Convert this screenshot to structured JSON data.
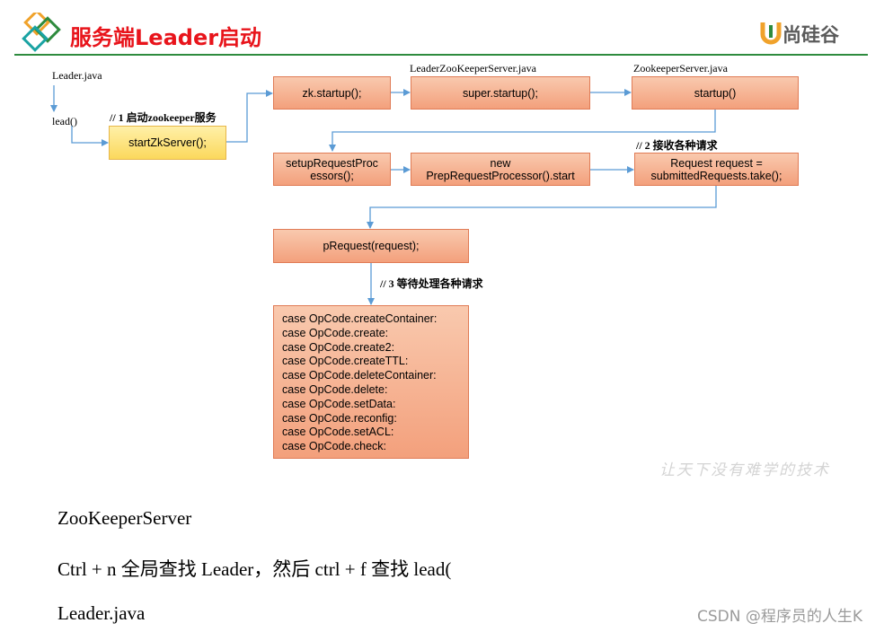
{
  "header": {
    "title": "服务端Leader启动",
    "brand_name": "尚硅谷",
    "logo_icon": "diamond-logo-icon",
    "brand_icon": "u-logo-icon",
    "title_color": "#e8141b",
    "rule_color": "#2e8b3e"
  },
  "diagram": {
    "file_labels": {
      "leader": "Leader.java",
      "leader_zk_server": "LeaderZooKeeperServer.java",
      "zk_server": "ZookeeperServer.java"
    },
    "method_labels": {
      "lead": "lead()"
    },
    "comments": {
      "c1": "// 1 启动zookeeper服务",
      "c2": "// 2 接收各种请求",
      "c3": "// 3 等待处理各种请求"
    },
    "boxes": {
      "start_zk_server": "startZkServer();",
      "zk_startup": "zk.startup();",
      "super_startup": "super.startup();",
      "startup": "startup()",
      "setup_processors_line1": "setupRequestProc",
      "setup_processors_line2": "essors();",
      "prep_processor_line1": "new",
      "prep_processor_line2": "PrepRequestProcessor().start",
      "take_request_line1": "Request request =",
      "take_request_line2": "submittedRequests.take();",
      "p_request": "pRequest(request);"
    },
    "cases": [
      "case OpCode.createContainer:",
      "case OpCode.create:",
      "case OpCode.create2:",
      "case OpCode.createTTL:",
      "case OpCode.deleteContainer:",
      "case OpCode.delete:",
      "case OpCode.setData:",
      "case OpCode.reconfig:",
      "case OpCode.setACL:",
      "case OpCode.check:"
    ],
    "box_color": "#f3a07c",
    "highlight_color": "#fbd85c",
    "arrow_color": "#5b9bd5"
  },
  "watermark": {
    "slogan": "让天下没有难学的技术",
    "csdn": "CSDN @程序员的人生K"
  },
  "notes": [
    "ZooKeeperServer",
    "Ctrl + n 全局查找 Leader，然后 ctrl + f  查找 lead(",
    "Leader.java"
  ]
}
